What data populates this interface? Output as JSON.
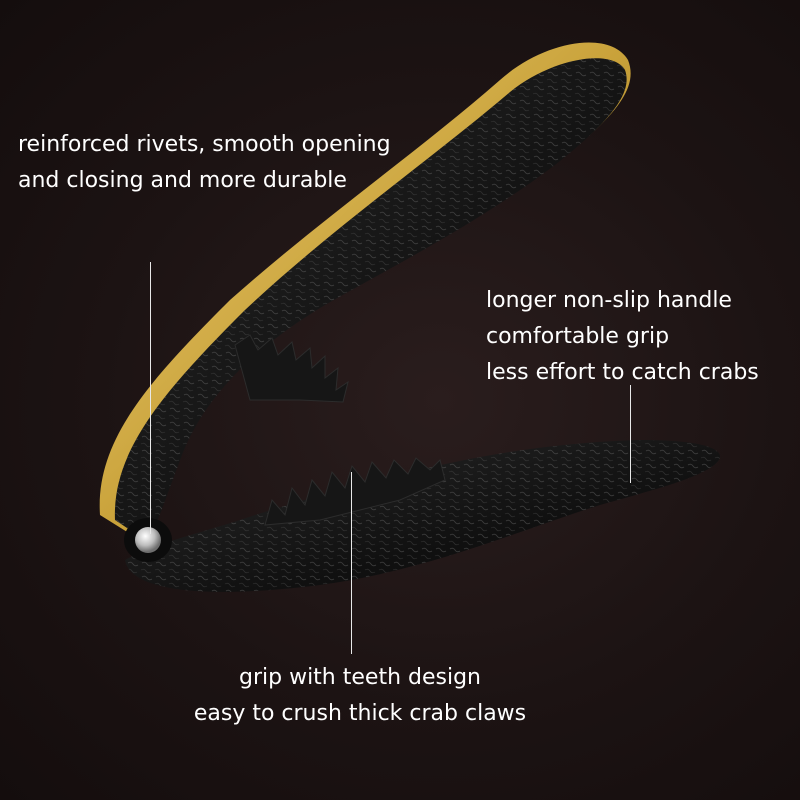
{
  "callouts": {
    "rivets": {
      "line1": "reinforced rivets, smooth opening",
      "line2": "and closing and more durable"
    },
    "handle": {
      "line1": "longer non-slip handle",
      "line2": "comfortable grip",
      "line3": "less effort to catch crabs"
    },
    "teeth": {
      "line1": "grip with teeth design",
      "line2": "easy to crush thick crab claws"
    }
  },
  "colors": {
    "background": "#1d1414",
    "tool_body": "#141414",
    "gold_trim": "#c9a23a",
    "rivet": "#d8d8d8",
    "text": "#ffffff"
  }
}
